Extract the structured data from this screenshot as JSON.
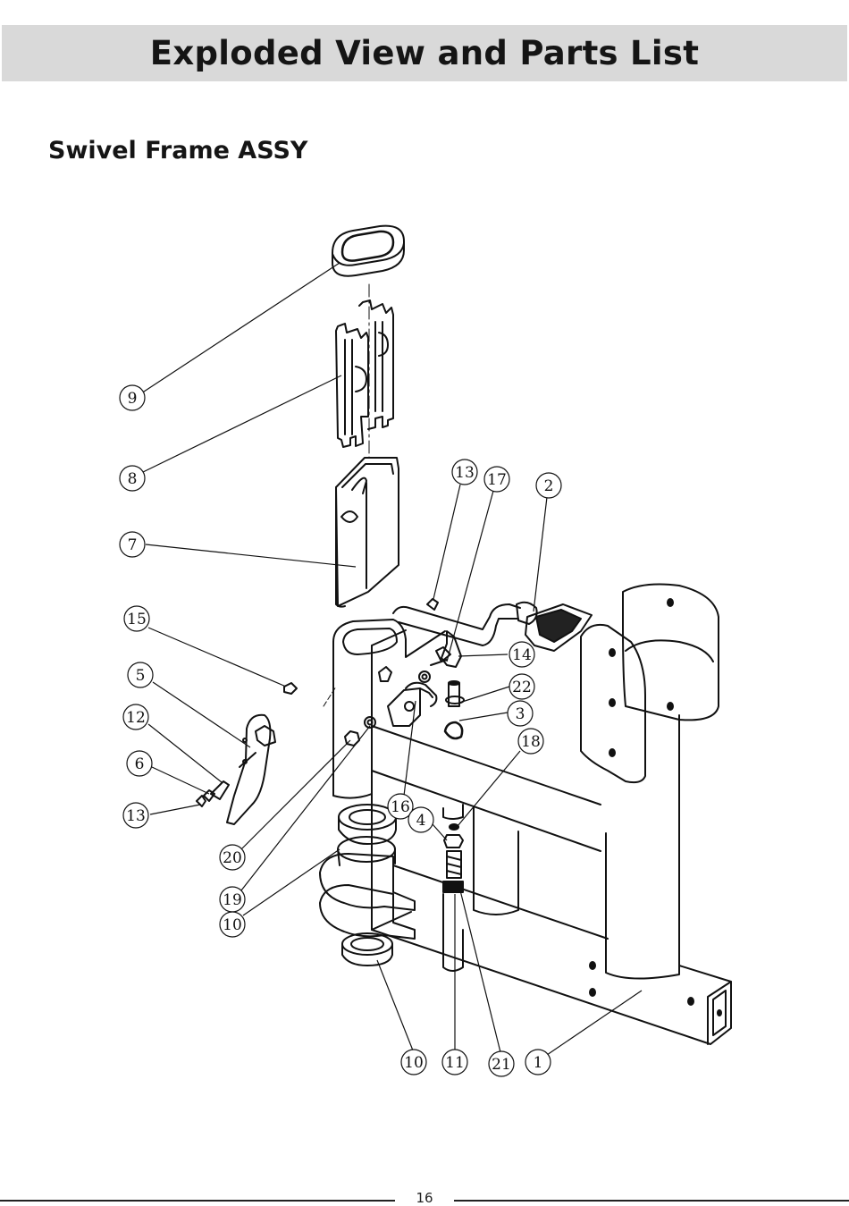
{
  "page": {
    "title": "Exploded View and Parts List",
    "subtitle": "Swivel Frame ASSY",
    "page_number": "16"
  },
  "callouts": [
    "9",
    "8",
    "7",
    "13",
    "17",
    "2",
    "15",
    "5",
    "14",
    "22",
    "12",
    "3",
    "6",
    "18",
    "13",
    "16",
    "4",
    "20",
    "19",
    "10",
    "10",
    "11",
    "21",
    "1"
  ]
}
